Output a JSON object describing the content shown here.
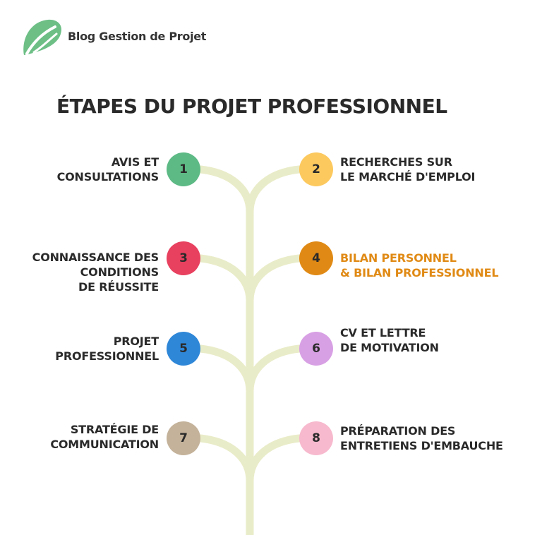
{
  "brand": {
    "name": "Blog Gestion de Projet"
  },
  "title": "ÉTAPES DU PROJET PROFESSIONNEL",
  "steps": [
    {
      "number": "1",
      "lines": [
        "AVIS ET",
        "CONSULTATIONS"
      ],
      "color": "#5dba85"
    },
    {
      "number": "2",
      "lines": [
        "RECHERCHES SUR",
        "LE MARCHÉ D'EMPLOI"
      ],
      "color": "#fcc95f"
    },
    {
      "number": "3",
      "lines": [
        "CONNAISSANCE DES",
        "CONDITIONS",
        "DE RÉUSSITE"
      ],
      "color": "#e8405f"
    },
    {
      "number": "4",
      "lines": [
        "BILAN PERSONNEL",
        "& BILAN PROFESSIONNEL"
      ],
      "color": "#e08a15"
    },
    {
      "number": "5",
      "lines": [
        "PROJET",
        "PROFESSIONNEL"
      ],
      "color": "#2f87d8"
    },
    {
      "number": "6",
      "lines": [
        "CV ET LETTRE",
        "DE MOTIVATION"
      ],
      "color": "#d8a0e4"
    },
    {
      "number": "7",
      "lines": [
        "STRATÉGIE DE",
        "COMMUNICATION"
      ],
      "color": "#c4b29a"
    },
    {
      "number": "8",
      "lines": [
        "PRÉPARATION DES",
        "ENTRETIENS D'EMBAUCHE"
      ],
      "color": "#f7b9cd"
    }
  ],
  "colors": {
    "stem": "#e9ecc8",
    "logo": "#6dbf86",
    "accent_text": "#e08a15"
  }
}
